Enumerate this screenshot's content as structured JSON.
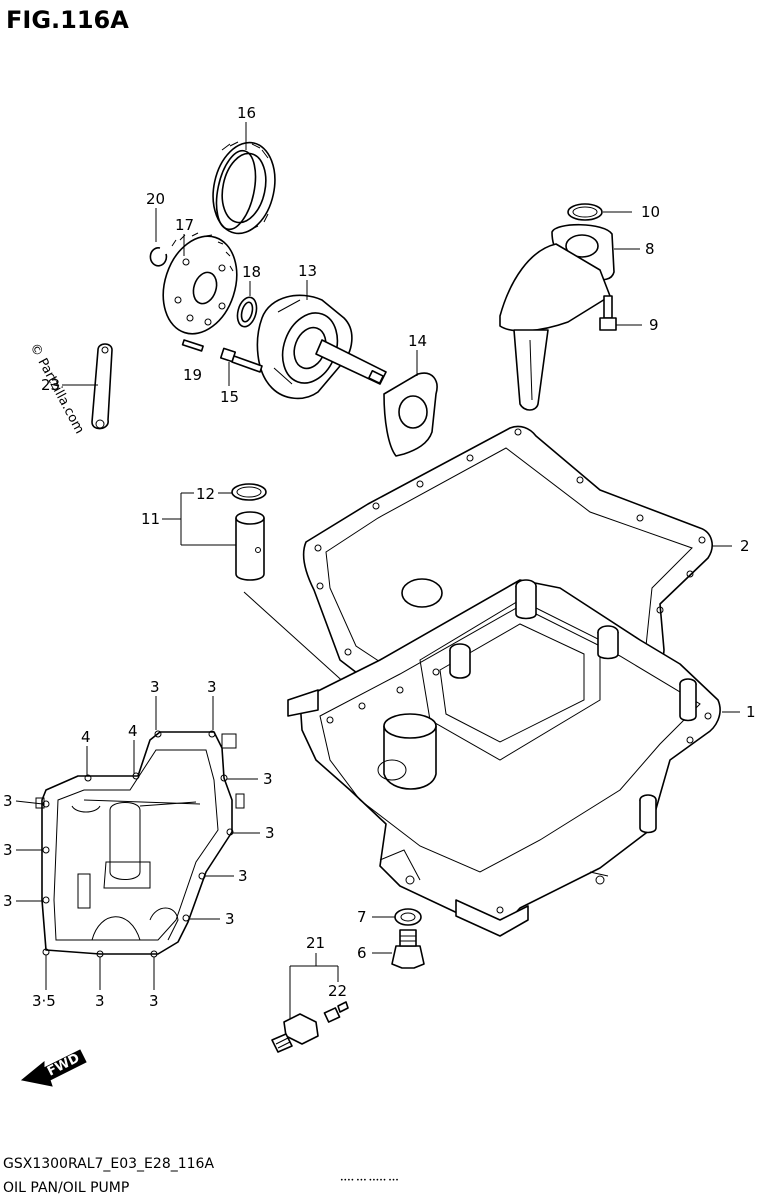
{
  "figure": {
    "title": "FIG.116A",
    "code": "GSX1300RAL7_E03_E28_116A",
    "caption": "OIL PAN/OIL PUMP",
    "watermark": "© Partzilla.com",
    "fwd_label": "FWD",
    "footer_note": "•••• ••• ••••• •••"
  },
  "callouts": {
    "c1": "1",
    "c2": "2",
    "c3": "3",
    "c35": "3·5",
    "c4": "4",
    "c6": "6",
    "c7": "7",
    "c8": "8",
    "c9": "9",
    "c10": "10",
    "c11": "11",
    "c12": "12",
    "c13": "13",
    "c14": "14",
    "c15": "15",
    "c16": "16",
    "c17": "17",
    "c18": "18",
    "c19": "19",
    "c20": "20",
    "c21": "21",
    "c22": "22",
    "c23": "23"
  }
}
